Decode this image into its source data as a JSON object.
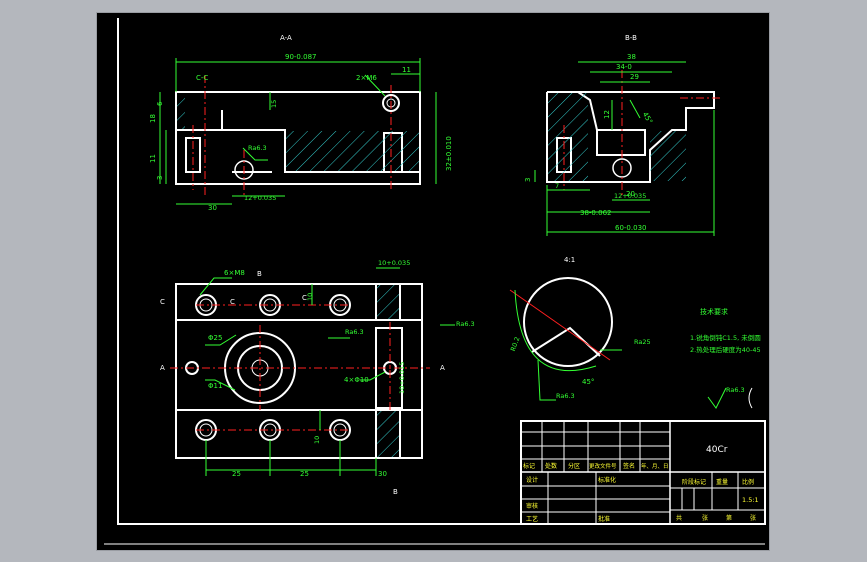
{
  "colors": {
    "app_background": "#b4b7bd",
    "model_space": "#000000",
    "outline": "#ffffff",
    "dimension": "#33ff33",
    "centerline": "#ff2020",
    "hatch": "#33cccc",
    "hidden": "#ffff33"
  },
  "views": {
    "section_aa": {
      "title": "A-A",
      "cut_label": "C-C"
    },
    "section_bb": {
      "title": "B-B"
    },
    "detail": {
      "scale": "4:1"
    },
    "plan": {
      "section_mark_a": "A",
      "section_mark_b": "B",
      "section_mark_c": "C"
    }
  },
  "dimensions": {
    "aa_overall": "90-0.087",
    "aa_holes": "2×M6",
    "aa_right": "11",
    "aa_height": "18",
    "aa_height2": "6",
    "aa_left_v": "11",
    "aa_left_v2": "3",
    "aa_tol": "32±0.010",
    "aa_r1": "Ra6.3",
    "aa_bottom_left": "30",
    "aa_bottom_mid": "12+0.035",
    "aa_inner": "15",
    "bb_top1": "38",
    "bb_top2": "34-0",
    "bb_top3": "29",
    "bb_v": "12",
    "bb_angle": "45°",
    "bb_left": "3",
    "bb_bottom1": "20",
    "bb_bottom2": "12+0.035",
    "bb_bottom3": "38-0.062",
    "bb_bottom4": "60-0.030",
    "bb_small": "7",
    "plan_holes": "6×M8",
    "plan_right_top": "10+0.035",
    "plan_side": "10",
    "plan_d1": "Φ25",
    "plan_d2": "Φ11",
    "plan_ra1": "Ra6.3",
    "plan_ra2": "Ra6.3",
    "plan_pin": "4×Φ10",
    "plan_right_bot": "10+0.015",
    "plan_bottom1": "25",
    "plan_bottom2": "25",
    "plan_bottom3": "30",
    "plan_v": "10",
    "detail_ra": "Ra25",
    "detail_r": "R0.2",
    "detail_angle": "45°",
    "detail_ra2": "Ra6.3"
  },
  "notes": {
    "title": "技术要求",
    "line1": "1.锐角倒钝C1.5, 未倒圆",
    "line2": "2.热处理后硬度为40-45"
  },
  "rough_symbol": "Ra6.3",
  "title_block": {
    "material": "40Cr",
    "h_mark": "标记",
    "h_count": "处数",
    "h_zone": "分区",
    "h_docno": "更改文件号",
    "h_sign": "签名",
    "h_date": "年、月、日",
    "r_design": "设计",
    "r_std": "标准化",
    "r_stage": "阶段标记",
    "r_weight": "重量",
    "r_scale": "比例",
    "scale_value": "1.5:1",
    "r_check": "审核",
    "r_process": "工艺",
    "r_approve": "批准",
    "sheets_total": "共",
    "sheets_label": "张",
    "sheet_no": "第",
    "sheet_label": "张"
  }
}
